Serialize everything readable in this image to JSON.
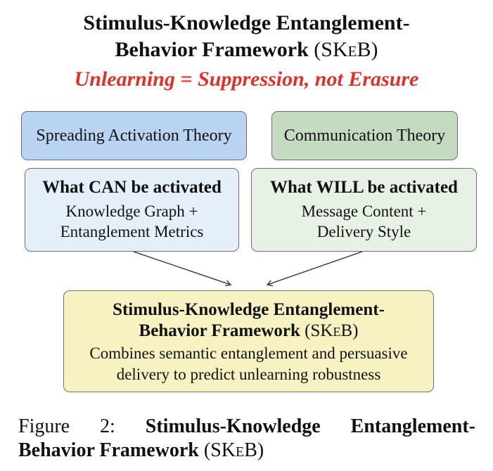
{
  "title": {
    "line1": "Stimulus-Knowledge Entanglement-",
    "line2_bold": "Behavior Framework",
    "line2_open": " (",
    "acronym": "SKeB",
    "line2_close": ")"
  },
  "subtitle": "Unlearning = Suppression, not Erasure",
  "theories": {
    "left": "Spreading Activation Theory",
    "right": "Communication Theory"
  },
  "left_box": {
    "heading": "What CAN be activated",
    "line1": "Knowledge Graph +",
    "line2": "Entanglement Metrics"
  },
  "right_box": {
    "heading": "What WILL be activated",
    "line1": "Message Content +",
    "line2": "Delivery Style"
  },
  "bottom_box": {
    "line1": "Stimulus-Knowledge Entanglement-",
    "line2_bold": "Behavior Framework",
    "line2_open": " (",
    "acronym": "SKeB",
    "line2_close": ")",
    "desc1": "Combines semantic entanglement and persuasive",
    "desc2": "delivery to predict unlearning robustness"
  },
  "caption": {
    "label": "Figure",
    "number": "2:",
    "w1": "Stimulus-Knowledge",
    "w2": "Entanglement-",
    "line2_bold": "Behavior Framework",
    "line2_open": " (",
    "acronym": "SKeB",
    "line2_close": ")"
  },
  "colors": {
    "subtitle": "#e0302a",
    "theory_left": "#b9d3f2",
    "theory_right": "#c4dbc1",
    "box_left": "#e5eff9",
    "box_right": "#e8f1e5",
    "box_bottom": "#f8f2c3",
    "arrow": "#444444"
  }
}
